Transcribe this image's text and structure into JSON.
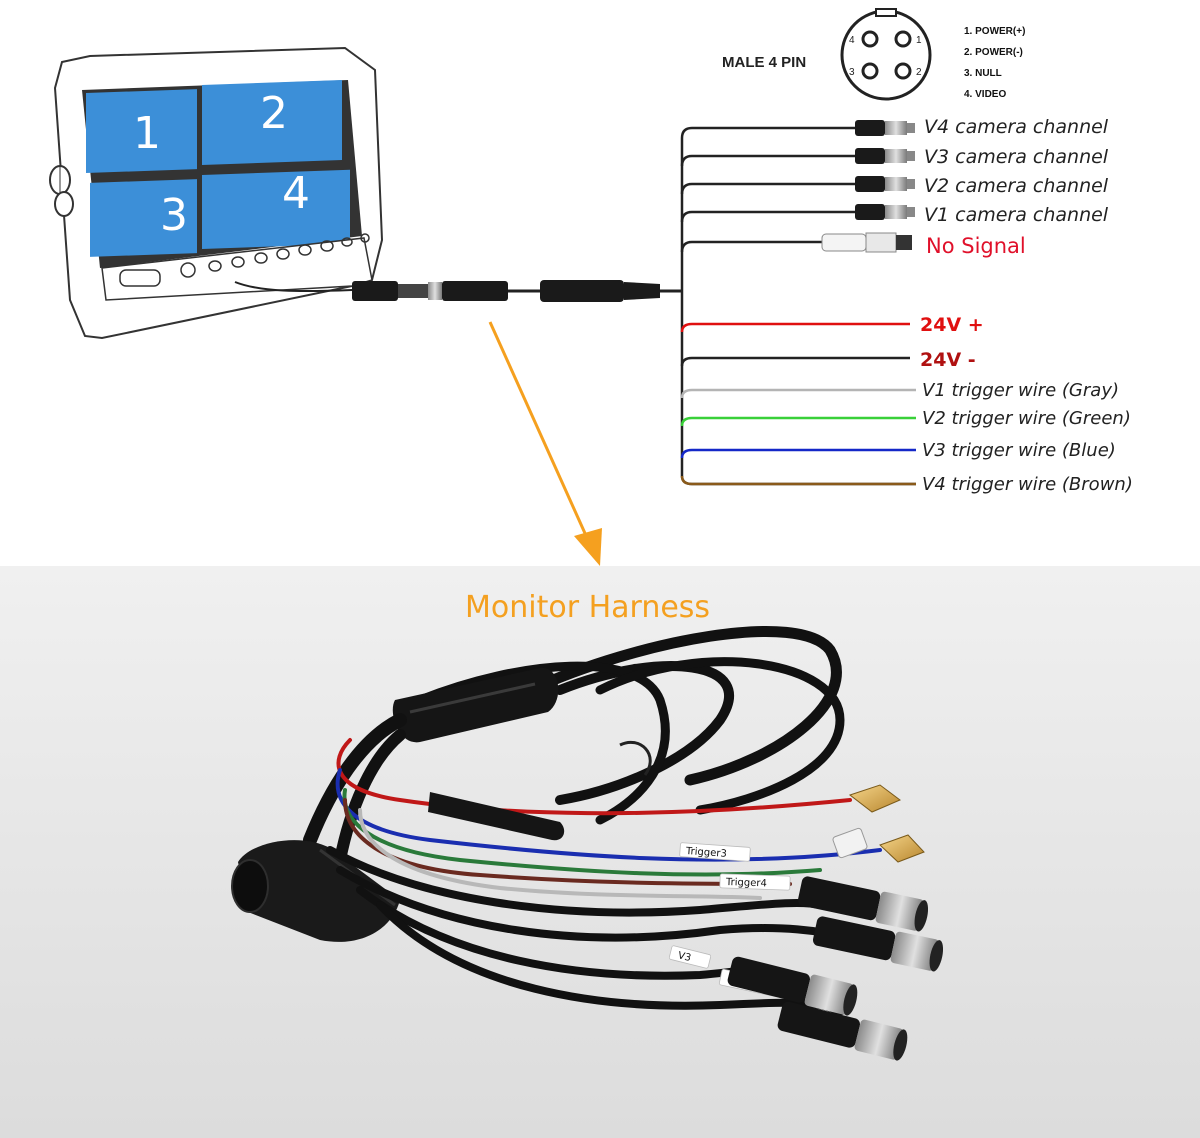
{
  "connector": {
    "title": "MALE 4 PIN",
    "pin_labels": [
      "1. POWER(+)",
      "2. POWER(-)",
      "3. NULL",
      "4. VIDEO"
    ],
    "pin_numbers": [
      "4",
      "1",
      "3",
      "2"
    ]
  },
  "monitor": {
    "quadrants": [
      "1",
      "2",
      "3",
      "4"
    ]
  },
  "outputs": {
    "channels": [
      "V4 camera channel",
      "V3 camera channel",
      "V2 camera channel",
      "V1 camera channel"
    ],
    "no_signal": "No Signal"
  },
  "power": {
    "positive": "24V +",
    "negative": "24V -"
  },
  "triggers": [
    {
      "label": "V1 trigger wire (Gray)",
      "color": "#b4b4b4"
    },
    {
      "label": "V2 trigger wire (Green)",
      "color": "#39d039"
    },
    {
      "label": "V3 trigger wire (Blue)",
      "color": "#1428c8"
    },
    {
      "label": "V4 trigger wire (Brown)",
      "color": "#8a5a1a"
    }
  ],
  "photo": {
    "caption": "Monitor Harness",
    "tags": [
      "Trigger3",
      "Trigger4",
      "V1",
      "V3"
    ]
  },
  "colors": {
    "screen_blue": "#3c8fd8",
    "positive_red": "#e01010",
    "negative_label": "#b01010",
    "no_signal_red": "#e0102a",
    "arrow_orange": "#f5a01f",
    "caption_orange": "#f4a020",
    "photo_background": "#e6e6e6"
  }
}
